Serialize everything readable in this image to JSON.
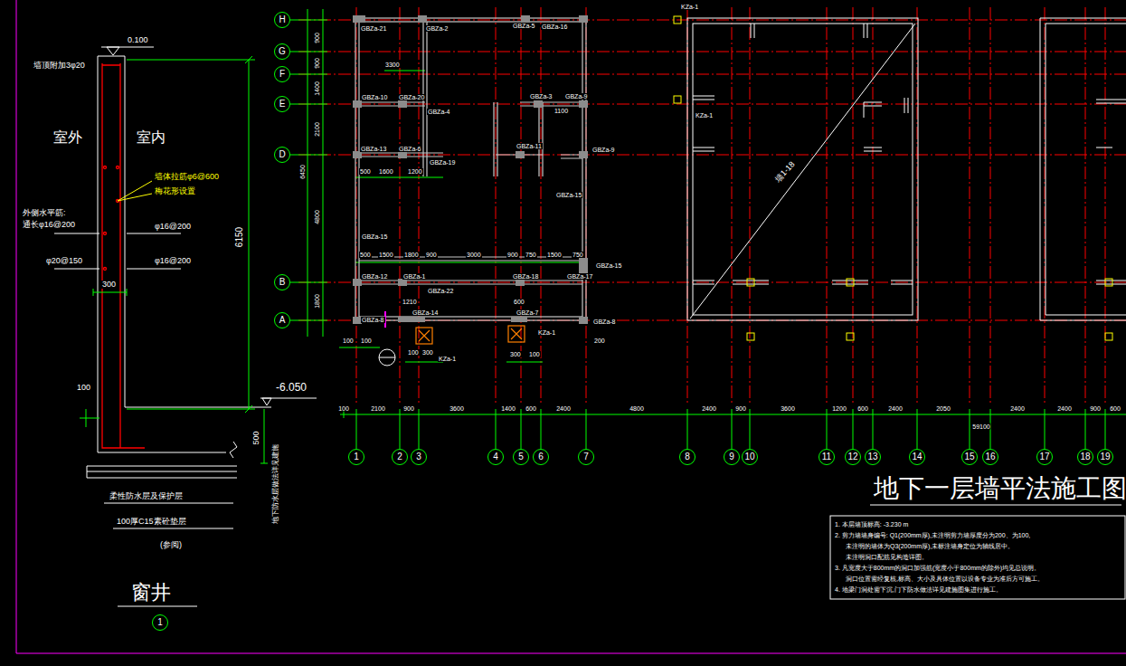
{
  "diagram": {
    "title": "地下一层墙平法施工图",
    "nodes": [
      {
        "text": [
          "H"
        ]
      },
      {
        "text": [
          "G"
        ]
      },
      {
        "text": [
          "F"
        ]
      },
      {
        "text": [
          "E"
        ]
      },
      {
        "text": [
          "D"
        ]
      },
      {
        "text": [
          "B"
        ]
      },
      {
        "text": [
          "A"
        ]
      },
      {
        "text": [
          "1"
        ]
      },
      {
        "text": [
          "2"
        ]
      },
      {
        "text": [
          "3"
        ]
      },
      {
        "text": [
          "4"
        ]
      },
      {
        "text": [
          "5"
        ]
      },
      {
        "text": [
          "6"
        ]
      },
      {
        "text": [
          "7"
        ]
      },
      {
        "text": [
          "8"
        ]
      },
      {
        "text": [
          "9"
        ]
      },
      {
        "text": [
          "10"
        ]
      },
      {
        "text": [
          "11"
        ]
      },
      {
        "text": [
          "12"
        ]
      },
      {
        "text": [
          "13"
        ]
      },
      {
        "text": [
          "14"
        ]
      },
      {
        "text": [
          "15"
        ]
      },
      {
        "text": [
          "16"
        ]
      },
      {
        "text": [
          "17"
        ]
      },
      {
        "text": [
          "18"
        ]
      },
      {
        "text": [
          "19"
        ]
      },
      {
        "text": [
          "1"
        ]
      }
    ],
    "labels": [
      "0.100",
      "墙顶附加3φ20",
      "室外",
      "室内",
      "墙体拉筋φ6@600",
      "梅花形设置",
      "外侧水平筋:",
      "通长φ16@200",
      "φ16@200",
      "φ20@150",
      "φ16@200",
      "300",
      "6150",
      "100",
      "-6.050",
      "500",
      "地下防水层做法详见建施",
      "柔性防水层及保护层",
      "100厚C15素砼垫层",
      "(参阅)",
      "窗井",
      "GBZa-21",
      "GBZa-2",
      "GBZa-5",
      "GBZa-16",
      "3300",
      "GBZa-10",
      "GBZa-20",
      "GBZa-4",
      "GBZa-3",
      "GBZa-9",
      "1100",
      "GBZa-13",
      "GBZa-6",
      "GBZa-19",
      "GBZa-11",
      "GBZa-9",
      "500",
      "1600",
      "1200",
      "GBZa-15",
      "GBZa-15",
      "500",
      "1500",
      "1800",
      "900",
      "3000",
      "900",
      "750",
      "1500",
      "750",
      "GBZa-15",
      "GBZa-12",
      "GBZa-1",
      "GBZa-18",
      "GBZa-17",
      "GBZa-22",
      "1210",
      "600",
      "GBZa-14",
      "GBZa-7",
      "GBZa-8",
      "GBZa-8",
      "KZa-1",
      "100",
      "100",
      "200",
      "100",
      "300",
      "300",
      "100",
      "KZa-1",
      "KZa-1",
      "KZa-1",
      "900",
      "900",
      "1400",
      "2100",
      "4800",
      "1800",
      "6450",
      "100",
      "2100",
      "900",
      "3600",
      "1400",
      "600",
      "2400",
      "4800",
      "2400",
      "900",
      "3600",
      "1200",
      "600",
      "2400",
      "2050",
      "2400",
      "2400",
      "900",
      "600",
      "59100",
      "墙1-18",
      "1. 本层墙顶标高: -3.230 m",
      "2. 剪力墙墙身编号: Q1(200mm厚),未注明剪力墙厚度分为200、为100,",
      "未注明的墙体为Q3(200mm厚),未标注墙身定位为轴线居中。",
      "未注明洞口配筋见构造详图。",
      "3. 凡宽度大于800mm的洞口加强筋(宽度小于800mm的除外)均见总说明。",
      "洞口位置需经复核,标高、大小及具体位置以设备专业为准后方可施工。",
      "4. 地梁门洞处需下沉,门下防水做法详见建施图集进行施工。"
    ]
  }
}
